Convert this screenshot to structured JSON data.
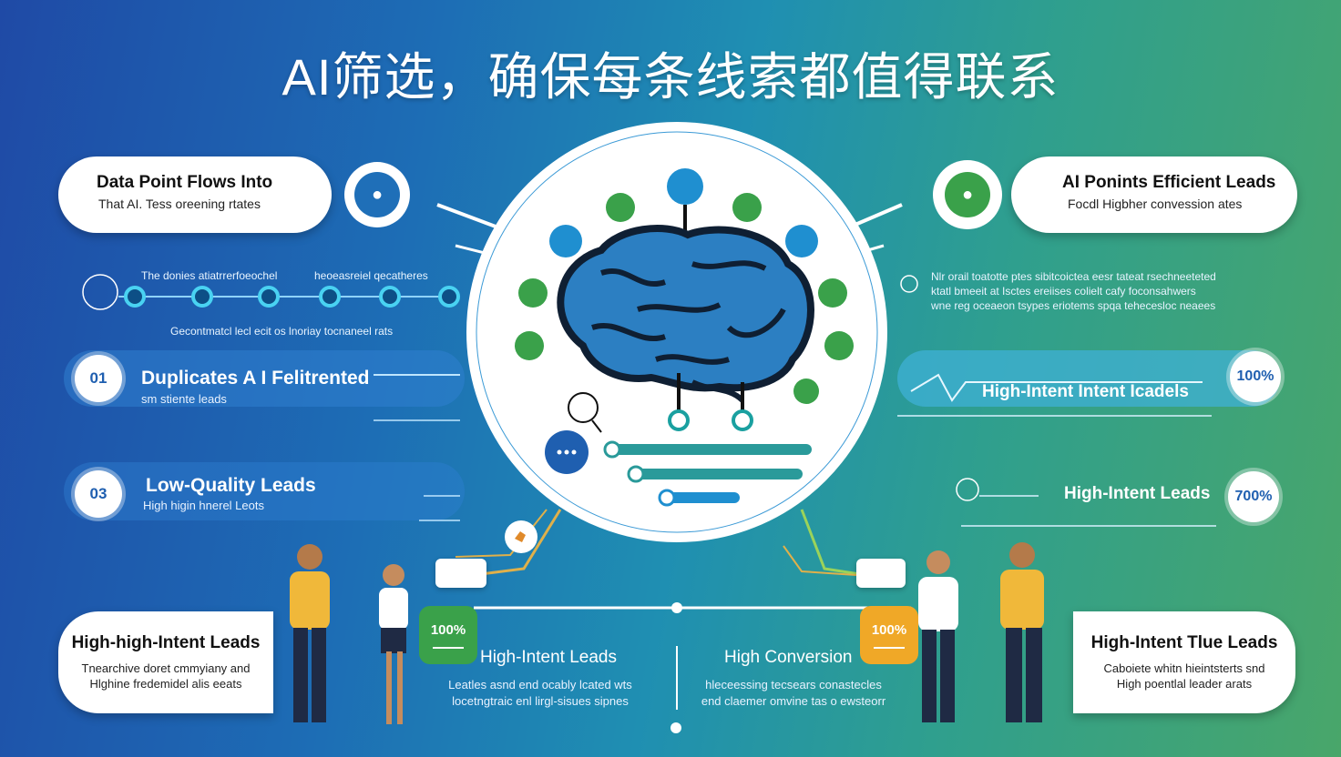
{
  "title": "AI筛选，确保每条线索都值得联系",
  "top_left": {
    "title": "Data Point Flows  Into",
    "subtitle": "That AI. Tess oreening rtates",
    "icon": "person-icon"
  },
  "top_right": {
    "title": "AI Ponints Efficient Leads",
    "subtitle": "Focdl Higbher convession ates",
    "icon": "person-icon"
  },
  "flow_left": {
    "label_a": "The donies  atiatrrerfoeochel",
    "label_b": "heoeasreiel qecatheres",
    "caption": "Gecontmatcl lecl ecit os lnoriay tocnaneel rats"
  },
  "flow_right": {
    "lines": [
      "Nlr orail toatotte ptes sibitcoictea eesr tateat  rsechneeteted",
      "ktatl bmeeit  at  Isctes ereiises colielt cafy  foconsahwers",
      "wne reg oceaeon  tsypes  eriotems spqa tehecesloc neaees"
    ]
  },
  "row_01": {
    "num": "01",
    "title": "Duplicates A I Felitrented",
    "sub": "sm stiente leads"
  },
  "row_03": {
    "num": "03",
    "title": "Low-Quality Leads",
    "sub": "High higin hnerel Leots"
  },
  "row_right_1": {
    "title": "High-Intent Intent Icadels",
    "pct": "100%"
  },
  "row_right_2": {
    "title": "High-Intent Leads",
    "pct": "700%"
  },
  "bottom_left_card": {
    "title": "High-high-Intent Leads",
    "sub1": "Tnearchive doret cmmyiany and",
    "sub2": "Hlghine fredemidel alis eeats"
  },
  "bottom_right_card": {
    "title": "High-Intent Tlue Leads",
    "sub1": "Caboiete whitn hieintsterts snd",
    "sub2": "High poentlal leader arats"
  },
  "tile_green": {
    "pct": "100%",
    "color": "#3aa14a"
  },
  "tile_orange": {
    "pct": "100%",
    "color": "#f0a827"
  },
  "bottom_mid_left": {
    "title": "High-Intent Leads",
    "sub1": "Leatles asnd end ocably lcated wts",
    "sub2": "locetngtraic enl lirgl-sisues sipnes"
  },
  "bottom_mid_right": {
    "title": "High Conversion",
    "sub1": "hleceessing tecsears conastecles",
    "sub2": "end claemer omvine tas o ewsteorr"
  },
  "colors": {
    "accent_blue": "#1f5fb0",
    "accent_green": "#3aa14a",
    "accent_orange": "#f0a827",
    "brain_blue": "#2c7fc2"
  }
}
